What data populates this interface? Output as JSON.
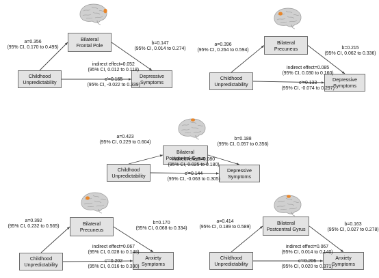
{
  "accent_color": "#e8862a",
  "diagrams": [
    {
      "id": "frontal-pole-depressive",
      "brain_icon": "brain-lateral-frontal-icon",
      "mediator": [
        "Bilateral",
        "Frontal Pole"
      ],
      "predictor": [
        "Childhood",
        "Unpredictability"
      ],
      "outcome": [
        "Depressive",
        "Symptoms"
      ],
      "a": [
        "a=0.356",
        "(95% CI, 0.170 to 0.495)"
      ],
      "b": [
        "b=0.147",
        "(95% CI, 0.014 to 0.274)"
      ],
      "indirect": [
        "indirect effect=0.052",
        "(95% CI, 0.012 to 0.118)"
      ],
      "c": [
        "c'=0.165",
        "(95% CI, -0.022 to 0.339)"
      ]
    },
    {
      "id": "precuneus-depressive",
      "brain_icon": "brain-medial-precuneus-icon",
      "mediator": [
        "Bilateral",
        "Precuneus"
      ],
      "predictor": [
        "Childhood",
        "Unpredictability"
      ],
      "outcome": [
        "Depressive",
        "Symptoms"
      ],
      "a": [
        "a=0.396",
        "(95% CI, 0.264 to 0.594)"
      ],
      "b": [
        "b=0.215",
        "(95% CI, 0.062 to 0.336)"
      ],
      "indirect": [
        "indirect effect=0.085",
        "(95% CI, 0.030 to 0.160)"
      ],
      "c": [
        "c'=0.133",
        "(95% CI, -0.074 to 0.297)"
      ]
    },
    {
      "id": "postcentral-depressive",
      "brain_icon": "brain-lateral-postcentral-icon",
      "mediator": [
        "Bilateral",
        "Postcentral Gyrus"
      ],
      "predictor": [
        "Childhood",
        "Unpredictability"
      ],
      "outcome": [
        "Depressive",
        "Symptoms"
      ],
      "a": [
        "a=0.423",
        "(95% CI, 0.229 to 0.604)"
      ],
      "b": [
        "b=0.188",
        "(95% CI, 0.057 to 0.356)"
      ],
      "indirect": [
        "indirect effect=0.080",
        "(95% CI, 0.025 to 0.180)"
      ],
      "c": [
        "c'=0.144",
        "(95% CI, -0.063 to 0.305)"
      ]
    },
    {
      "id": "precuneus-anxiety",
      "brain_icon": "brain-medial-precuneus-icon",
      "mediator": [
        "Bilateral",
        "Precuneus"
      ],
      "predictor": [
        "Childhood",
        "Unpredictability"
      ],
      "outcome": [
        "Anxiety",
        "Symptoms"
      ],
      "a": [
        "a=0.392",
        "(95% CI, 0.232 to 0.565)"
      ],
      "b": [
        "b=0.170",
        "(95% CI, 0.068 to 0.334)"
      ],
      "indirect": [
        "indirect effect=0.067",
        "(95% CI, 0.028 to 0.148)"
      ],
      "c": [
        "c'=0.202",
        "(95% CI, 0.016 to 0.390)"
      ]
    },
    {
      "id": "postcentral-anxiety",
      "brain_icon": "brain-lateral-postcentral-icon",
      "mediator": [
        "Bilateral",
        "Postcentral Gyrus"
      ],
      "predictor": [
        "Childhood",
        "Unpredictability"
      ],
      "outcome": [
        "Anxiety",
        "Symptoms"
      ],
      "a": [
        "a=0.414",
        "(95% CI, 0.189 to 0.589)"
      ],
      "b": [
        "b=0.163",
        "(95% CI, 0.027 to 0.278)"
      ],
      "indirect": [
        "indirect effect=0.067",
        "(95% CI, 0.014 to 0.140)"
      ],
      "c": [
        "c'=0.206",
        "(95% CI, 0.020 to 0.371)"
      ]
    }
  ]
}
